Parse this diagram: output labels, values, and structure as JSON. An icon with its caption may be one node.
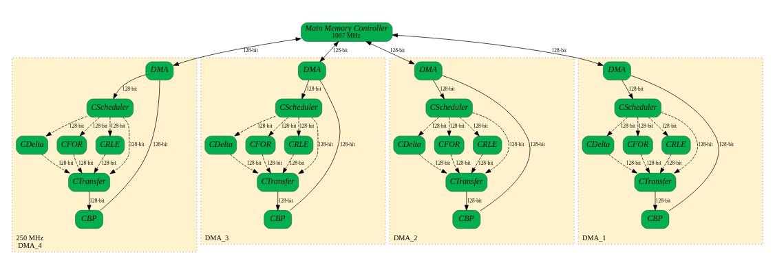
{
  "diagram": {
    "nodes": [
      {
        "text": [
          "Main Memory Controller",
          "1067 MHz"
        ]
      },
      {
        "text": [
          "250 MHz",
          "DMA_4"
        ]
      },
      {
        "text": [
          "DMA"
        ],
        "in": 1
      },
      {
        "text": [
          "CScheduler"
        ],
        "in": 1
      },
      {
        "text": [
          "CDelta"
        ],
        "in": 1
      },
      {
        "text": [
          "CFOR"
        ],
        "in": 1
      },
      {
        "text": [
          "CRLE"
        ],
        "in": 1
      },
      {
        "text": [
          "CTransfer"
        ],
        "in": 1
      },
      {
        "text": [
          "CBP"
        ],
        "in": 1
      },
      {
        "text": [
          "DMA_3"
        ]
      },
      {
        "text": [
          "DMA"
        ],
        "in": 9
      },
      {
        "text": [
          "CScheduler"
        ],
        "in": 9
      },
      {
        "text": [
          "CDelta"
        ],
        "in": 9
      },
      {
        "text": [
          "CFOR"
        ],
        "in": 9
      },
      {
        "text": [
          "CRLE"
        ],
        "in": 9
      },
      {
        "text": [
          "CTransfer"
        ],
        "in": 9
      },
      {
        "text": [
          "CBP"
        ],
        "in": 9
      },
      {
        "text": [
          "DMA_2"
        ]
      },
      {
        "text": [
          "DMA"
        ],
        "in": 17
      },
      {
        "text": [
          "CScheduler"
        ],
        "in": 17
      },
      {
        "text": [
          "CDelta"
        ],
        "in": 17
      },
      {
        "text": [
          "CFOR"
        ],
        "in": 17
      },
      {
        "text": [
          "CRLE"
        ],
        "in": 17
      },
      {
        "text": [
          "CTransfer"
        ],
        "in": 17
      },
      {
        "text": [
          "CBP"
        ],
        "in": 17
      },
      {
        "text": [
          "DMA_1"
        ]
      },
      {
        "text": [
          "DMA"
        ],
        "in": 25
      },
      {
        "text": [
          "CScheduler"
        ],
        "in": 25
      },
      {
        "text": [
          "CDelta"
        ],
        "in": 25
      },
      {
        "text": [
          "CFOR"
        ],
        "in": 25
      },
      {
        "text": [
          "CRLE"
        ],
        "in": 25
      },
      {
        "text": [
          "CTransfer"
        ],
        "in": 25
      },
      {
        "text": [
          "CBP"
        ],
        "in": 25
      }
    ],
    "edges": [
      {
        "from": 0,
        "to": 2,
        "arrow": "both",
        "label": "128-bit"
      },
      {
        "from": 2,
        "to": 3,
        "arrow": "to",
        "label": "128-bit"
      },
      {
        "from": 3,
        "to": 4,
        "arrow": "to",
        "label": "128-bit",
        "style": "dashed"
      },
      {
        "from": 3,
        "to": 5,
        "arrow": "to",
        "label": "128-bit",
        "style": "dashed"
      },
      {
        "from": 3,
        "to": 6,
        "arrow": "to",
        "label": "128-bit",
        "style": "dashed"
      },
      {
        "from": 4,
        "to": 7,
        "arrow": "to",
        "label": "128-bit",
        "style": "dashed"
      },
      {
        "from": 5,
        "to": 7,
        "arrow": "to",
        "label": "128-bit",
        "style": "dashed"
      },
      {
        "from": 6,
        "to": 7,
        "arrow": "to",
        "label": "128-bit",
        "style": "dashed"
      },
      {
        "from": 3,
        "to": 7,
        "arrow": "to",
        "label": "128-bit",
        "style": "dashed"
      },
      {
        "from": 7,
        "to": 8,
        "arrow": "to",
        "label": "128-bit"
      },
      {
        "from": 2,
        "to": 8,
        "arrow": "none",
        "label": "128-bit"
      },
      {
        "from": 0,
        "to": 10,
        "arrow": "both",
        "label": "128-bit"
      },
      {
        "from": 10,
        "to": 11,
        "arrow": "to",
        "label": "128-bit"
      },
      {
        "from": 11,
        "to": 12,
        "arrow": "to",
        "label": "128-bit",
        "style": "dashed"
      },
      {
        "from": 11,
        "to": 13,
        "arrow": "to",
        "label": "128-bit",
        "style": "dashed"
      },
      {
        "from": 11,
        "to": 14,
        "arrow": "to",
        "label": "128-bit",
        "style": "dashed"
      },
      {
        "from": 12,
        "to": 15,
        "arrow": "to",
        "label": "128-bit",
        "style": "dashed"
      },
      {
        "from": 13,
        "to": 15,
        "arrow": "to",
        "label": "128-bit",
        "style": "dashed"
      },
      {
        "from": 14,
        "to": 15,
        "arrow": "to",
        "label": "128-bit",
        "style": "dashed"
      },
      {
        "from": 11,
        "to": 15,
        "arrow": "to",
        "label": "128-bit",
        "style": "dashed"
      },
      {
        "from": 15,
        "to": 16,
        "arrow": "to",
        "label": "128-bit"
      },
      {
        "from": 10,
        "to": 16,
        "arrow": "none",
        "label": "128-bit"
      },
      {
        "from": 0,
        "to": 18,
        "arrow": "both",
        "label": "128-bit"
      },
      {
        "from": 18,
        "to": 19,
        "arrow": "to",
        "label": "128-bit"
      },
      {
        "from": 19,
        "to": 20,
        "arrow": "to",
        "label": "128-bit",
        "style": "dashed"
      },
      {
        "from": 19,
        "to": 21,
        "arrow": "to",
        "label": "128-bit",
        "style": "dashed"
      },
      {
        "from": 19,
        "to": 22,
        "arrow": "to",
        "label": "128-bit",
        "style": "dashed"
      },
      {
        "from": 20,
        "to": 23,
        "arrow": "to",
        "label": "128-bit",
        "style": "dashed"
      },
      {
        "from": 21,
        "to": 23,
        "arrow": "to",
        "label": "128-bit",
        "style": "dashed"
      },
      {
        "from": 22,
        "to": 23,
        "arrow": "to",
        "label": "128-bit",
        "style": "dashed"
      },
      {
        "from": 19,
        "to": 23,
        "arrow": "to",
        "label": "128-bit",
        "style": "dashed"
      },
      {
        "from": 23,
        "to": 24,
        "arrow": "to",
        "label": "128-bit"
      },
      {
        "from": 18,
        "to": 24,
        "arrow": "none",
        "label": "128-bit"
      },
      {
        "from": 0,
        "to": 26,
        "arrow": "both",
        "label": "128-bit"
      },
      {
        "from": 26,
        "to": 27,
        "arrow": "to",
        "label": "128-bit"
      },
      {
        "from": 27,
        "to": 28,
        "arrow": "to",
        "label": "128-bit",
        "style": "dashed"
      },
      {
        "from": 27,
        "to": 29,
        "arrow": "to",
        "label": "128-bit",
        "style": "dashed"
      },
      {
        "from": 27,
        "to": 30,
        "arrow": "to",
        "label": "128-bit",
        "style": "dashed"
      },
      {
        "from": 28,
        "to": 31,
        "arrow": "to",
        "label": "128-bit",
        "style": "dashed"
      },
      {
        "from": 29,
        "to": 31,
        "arrow": "to",
        "label": "128-bit",
        "style": "dashed"
      },
      {
        "from": 30,
        "to": 31,
        "arrow": "to",
        "label": "128-bit",
        "style": "dashed"
      },
      {
        "from": 27,
        "to": 31,
        "arrow": "to",
        "label": "128-bit",
        "style": "dashed"
      },
      {
        "from": 31,
        "to": 32,
        "arrow": "to",
        "label": "128-bit"
      },
      {
        "from": 26,
        "to": 32,
        "arrow": "none",
        "label": "128-bit"
      }
    ]
  }
}
